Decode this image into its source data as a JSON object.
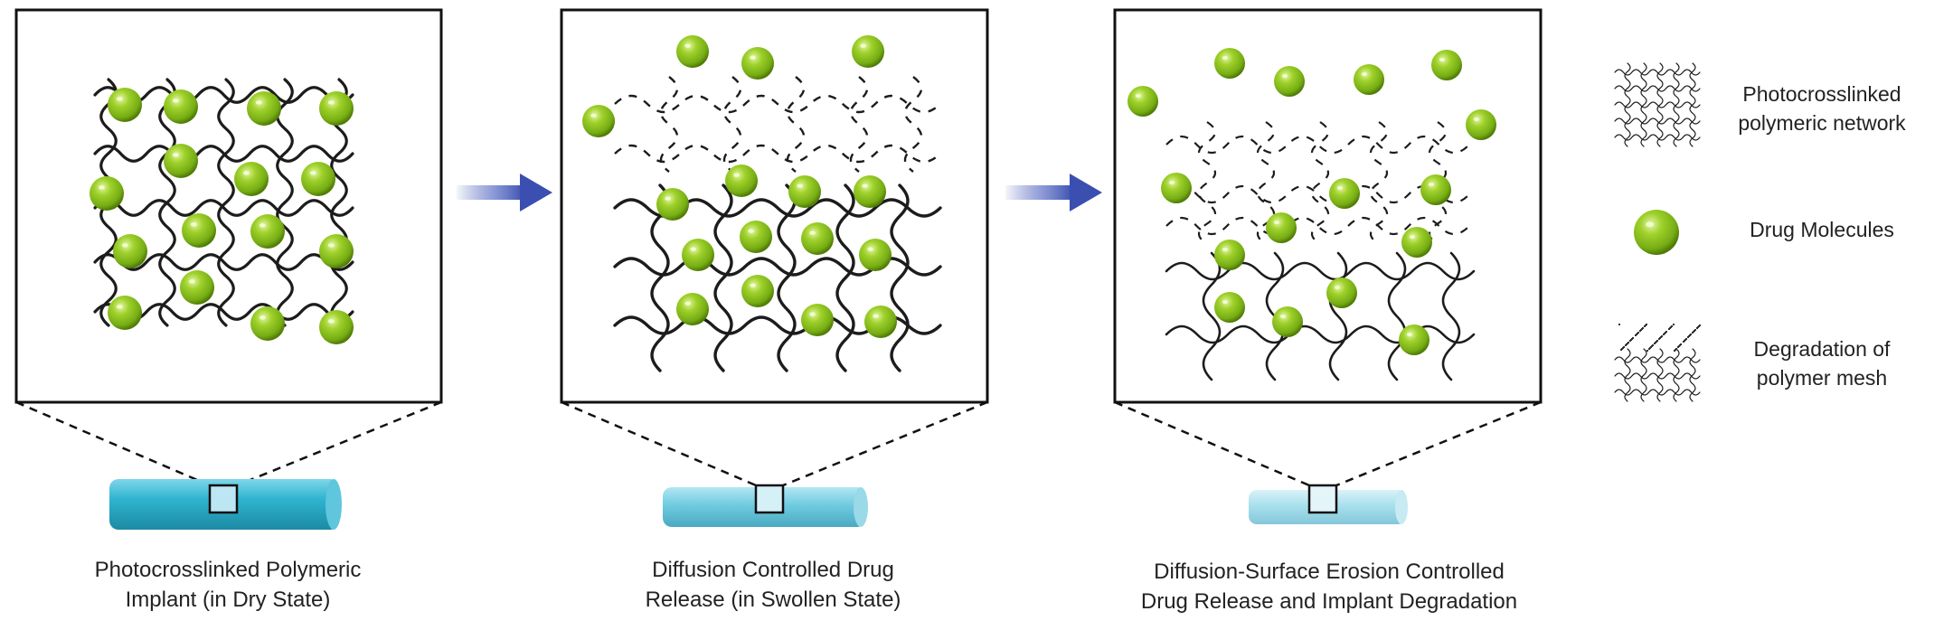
{
  "colors": {
    "drug": "#8cc31c",
    "drug_dark": "#5f8c0a",
    "drug_light": "#cde87a",
    "mesh": "#1c1c1c",
    "arrow": "#3a4fb0",
    "implant_dry": "#2bb3cf",
    "implant_swollen": "#6fcbe0",
    "implant_degraded": "#a9e0ee",
    "window_fill": "#bde6f4"
  },
  "stages": [
    {
      "caption_line1": "Photocrosslinked Polymeric",
      "caption_line2": "Implant (in Dry State)",
      "state": "dry"
    },
    {
      "caption_line1": "Diffusion Controlled Drug",
      "caption_line2": "Release (in Swollen State)",
      "state": "swollen"
    },
    {
      "caption_line1": "Diffusion-Surface Erosion Controlled",
      "caption_line2": "Drug Release and Implant Degradation",
      "state": "degraded"
    }
  ],
  "legend": [
    {
      "icon": "polymer-network-icon",
      "line1": "Photocrosslinked",
      "line2": "polymeric network"
    },
    {
      "icon": "drug-molecule-icon",
      "line1": "Drug Molecules",
      "line2": ""
    },
    {
      "icon": "degraded-mesh-icon",
      "line1": "Degradation of",
      "line2": "polymer mesh"
    }
  ]
}
